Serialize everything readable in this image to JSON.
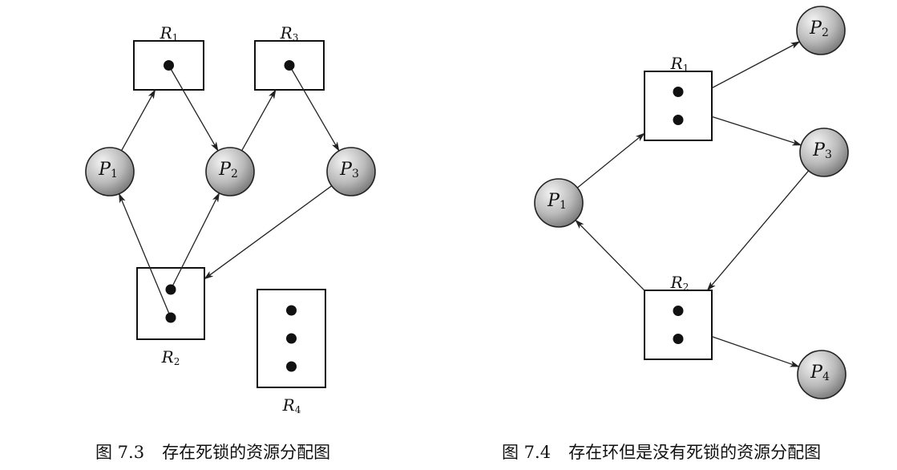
{
  "figures": [
    {
      "caption_number": "图 7.3",
      "caption_text": "存在死锁的资源分配图",
      "processes": [
        {
          "id": "P1",
          "label": "P",
          "sub": "1"
        },
        {
          "id": "P2",
          "label": "P",
          "sub": "2"
        },
        {
          "id": "P3",
          "label": "P",
          "sub": "3"
        }
      ],
      "resources": [
        {
          "id": "R1",
          "label": "R",
          "sub": "1",
          "instances": 1
        },
        {
          "id": "R2",
          "label": "R",
          "sub": "2",
          "instances": 2
        },
        {
          "id": "R3",
          "label": "R",
          "sub": "3",
          "instances": 1
        },
        {
          "id": "R4",
          "label": "R",
          "sub": "4",
          "instances": 3
        }
      ],
      "edges": [
        {
          "from": "P1",
          "to": "R1",
          "kind": "request"
        },
        {
          "from": "R1",
          "to": "P2",
          "kind": "assignment"
        },
        {
          "from": "P2",
          "to": "R3",
          "kind": "request"
        },
        {
          "from": "R3",
          "to": "P3",
          "kind": "assignment"
        },
        {
          "from": "P3",
          "to": "R2",
          "kind": "request"
        },
        {
          "from": "R2",
          "to": "P1",
          "kind": "assignment"
        },
        {
          "from": "R2",
          "to": "P2",
          "kind": "assignment"
        }
      ]
    },
    {
      "caption_number": "图 7.4",
      "caption_text": "存在环但是没有死锁的资源分配图",
      "processes": [
        {
          "id": "P1",
          "label": "P",
          "sub": "1"
        },
        {
          "id": "P2",
          "label": "P",
          "sub": "2"
        },
        {
          "id": "P3",
          "label": "P",
          "sub": "3"
        },
        {
          "id": "P4",
          "label": "P",
          "sub": "4"
        }
      ],
      "resources": [
        {
          "id": "R1",
          "label": "R",
          "sub": "1",
          "instances": 2
        },
        {
          "id": "R2",
          "label": "R",
          "sub": "2",
          "instances": 2
        }
      ],
      "edges": [
        {
          "from": "P1",
          "to": "R1",
          "kind": "request"
        },
        {
          "from": "R1",
          "to": "P2",
          "kind": "assignment"
        },
        {
          "from": "R1",
          "to": "P3",
          "kind": "assignment"
        },
        {
          "from": "P3",
          "to": "R2",
          "kind": "request"
        },
        {
          "from": "R2",
          "to": "P1",
          "kind": "assignment"
        },
        {
          "from": "R2",
          "to": "P4",
          "kind": "assignment"
        }
      ]
    }
  ]
}
